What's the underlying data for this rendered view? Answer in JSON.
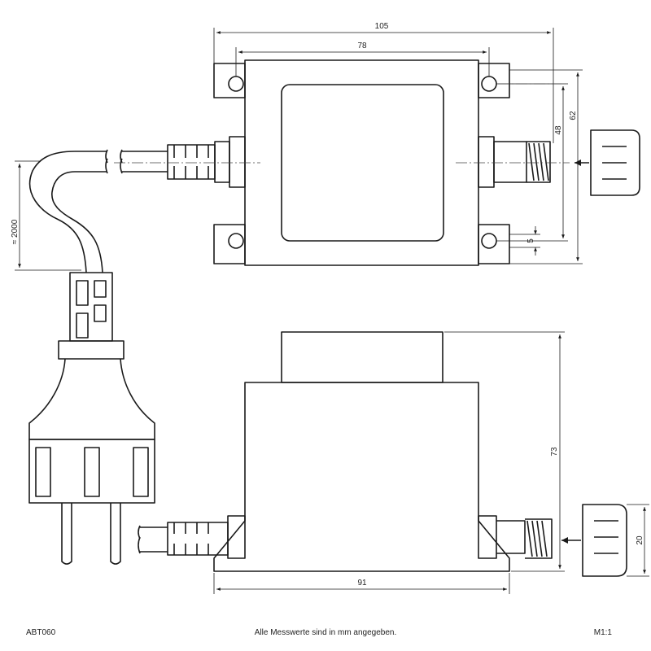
{
  "dimensions": {
    "top_width_outer": "105",
    "top_width_inner": "78",
    "top_height_holes": "48",
    "top_height_outer": "62",
    "hole_offset": "5",
    "cable_length": "≈ 2000",
    "side_height": "73",
    "side_width": "91",
    "cap_height": "20"
  },
  "footer": {
    "model": "ABT060",
    "note": "Alle Messwerte sind in mm angegeben.",
    "scale": "M1:1"
  },
  "colors": {
    "line": "#1a1a1a",
    "centerline": "#444444"
  }
}
